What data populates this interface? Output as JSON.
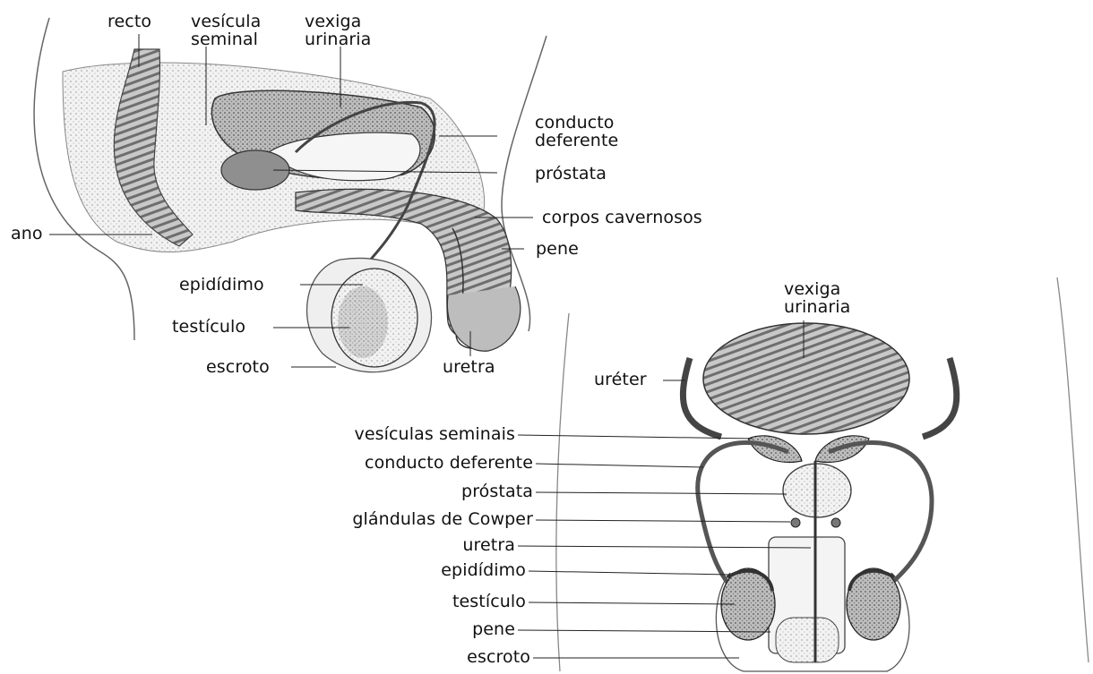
{
  "sagittal_labels": {
    "recto": "recto",
    "vesicula_seminal": "vesícula\nseminal",
    "vexiga_urinaria": "vexiga\nurinaria",
    "conducto_deferente": "conducto\ndeferente",
    "prostata": "próstata",
    "corpos_cavernosos": "corpos cavernosos",
    "ano": "ano",
    "pene": "pene",
    "epididimo": "epidídimo",
    "testiculo": "testículo",
    "escroto": "escroto",
    "uretra": "uretra"
  },
  "frontal_labels": {
    "vexiga_urinaria": "vexiga\nurinaria",
    "ureter": "uréter",
    "vesiculas_seminais": "vesículas seminais",
    "conducto_deferente": "conducto deferente",
    "prostata": "próstata",
    "glandulas_cowper": "glándulas de Cowper",
    "uretra": "uretra",
    "epididimo": "epidídimo",
    "testiculo": "testículo",
    "pene": "pene",
    "escroto": "escroto"
  }
}
